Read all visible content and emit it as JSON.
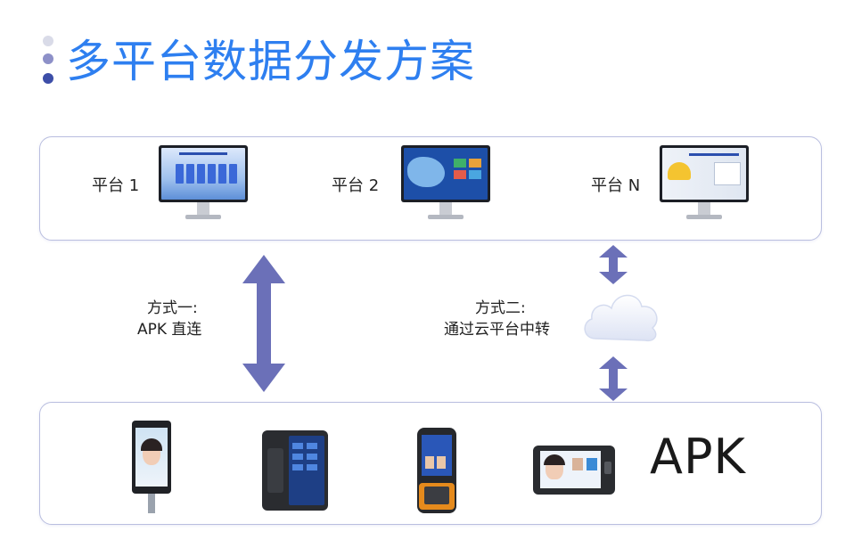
{
  "title": "多平台数据分发方案",
  "platforms": [
    {
      "label": "平台 1"
    },
    {
      "label": "平台 2"
    },
    {
      "label": "平台 N"
    }
  ],
  "methods": {
    "method1_line1": "方式一:",
    "method1_line2": "APK 直连",
    "method2_line1": "方式二:",
    "method2_line2": "通过云平台中转"
  },
  "apk_label": "APK",
  "colors": {
    "title": "#2e7ff0",
    "arrow": "#6b70b8",
    "panel_border": "#b9bedf"
  },
  "icons": [
    "monitor-icon",
    "cloud-icon",
    "double-arrow-icon",
    "face-recognition-terminal-icon",
    "rugged-phone-icon",
    "handheld-scanner-icon",
    "rugged-tablet-icon"
  ]
}
